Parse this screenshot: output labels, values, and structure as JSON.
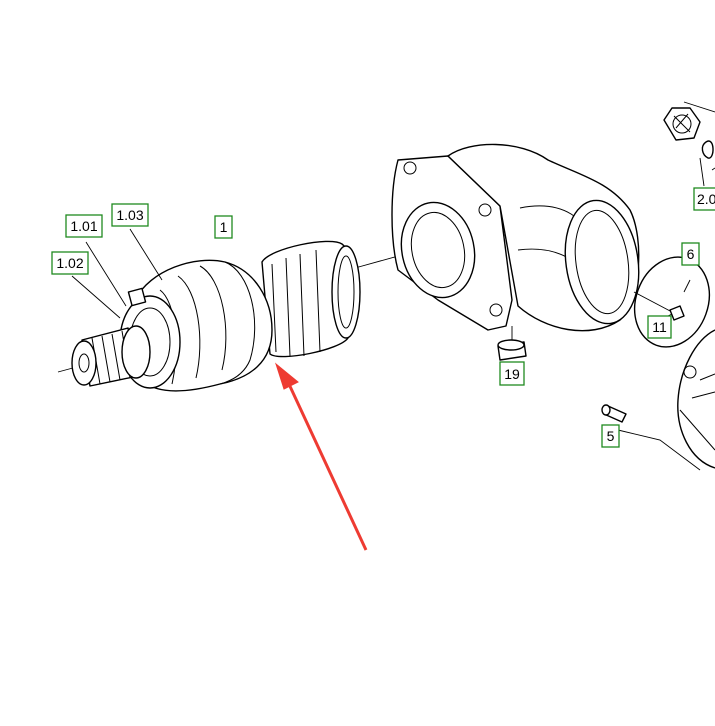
{
  "labels": {
    "l101": "1.01",
    "l102": "1.02",
    "l103": "1.03",
    "l1": "1",
    "l19": "19",
    "l6": "6",
    "l11": "11",
    "l5": "5",
    "l20": "2.0"
  },
  "colors": {
    "label_border": "#1f8a1f",
    "arrow": "#ee3b32",
    "line": "#000000"
  }
}
